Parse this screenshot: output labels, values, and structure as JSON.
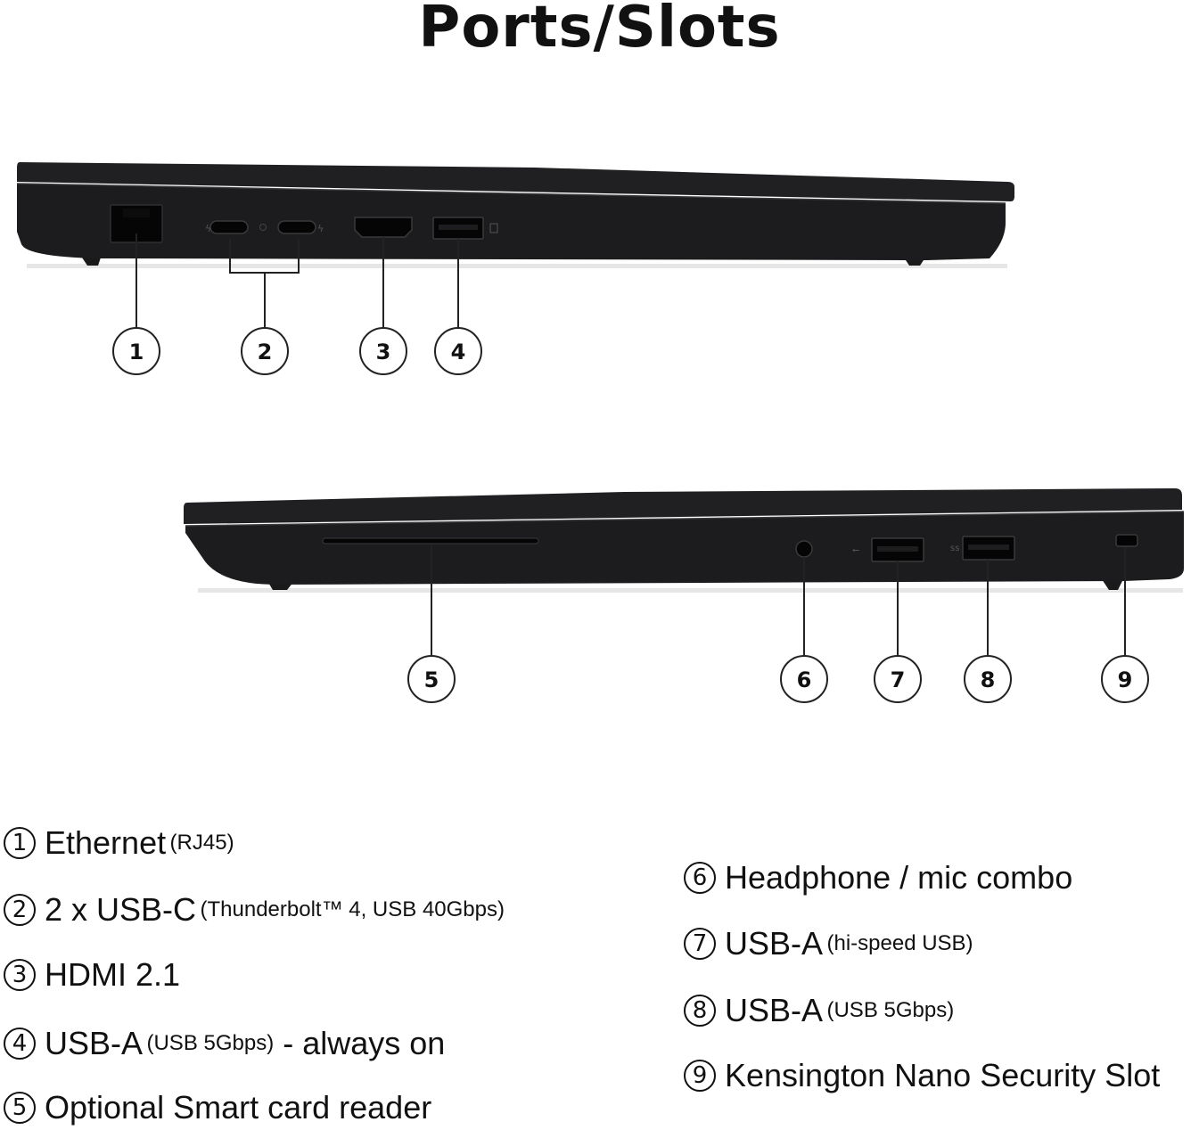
{
  "title": "Ports/Slots",
  "colors": {
    "chassis": "#1c1c1e",
    "chassis_edge": "#2b2b2e",
    "port": "#050505",
    "text": "#111111"
  },
  "callouts": {
    "top": [
      "1",
      "2",
      "3",
      "4"
    ],
    "bottom": [
      "5",
      "6",
      "7",
      "8",
      "9"
    ]
  },
  "legend": [
    {
      "num": "1",
      "main": "Ethernet",
      "detail": "(RJ45)",
      "suffix": ""
    },
    {
      "num": "2",
      "main": "2 x USB-C",
      "detail": "(Thunderbolt™ 4, USB 40Gbps)",
      "suffix": ""
    },
    {
      "num": "3",
      "main": "HDMI 2.1",
      "detail": "",
      "suffix": ""
    },
    {
      "num": "4",
      "main": "USB-A",
      "detail": "(USB 5Gbps)",
      "suffix": " - always on"
    },
    {
      "num": "5",
      "main": "Optional Smart card reader",
      "detail": "",
      "suffix": ""
    },
    {
      "num": "6",
      "main": "Headphone / mic combo",
      "detail": "",
      "suffix": ""
    },
    {
      "num": "7",
      "main": "USB-A",
      "detail": "(hi-speed USB)",
      "suffix": ""
    },
    {
      "num": "8",
      "main": "USB-A",
      "detail": "(USB 5Gbps)",
      "suffix": ""
    },
    {
      "num": "9",
      "main": "Kensington Nano Security Slot",
      "detail": "",
      "suffix": ""
    }
  ]
}
